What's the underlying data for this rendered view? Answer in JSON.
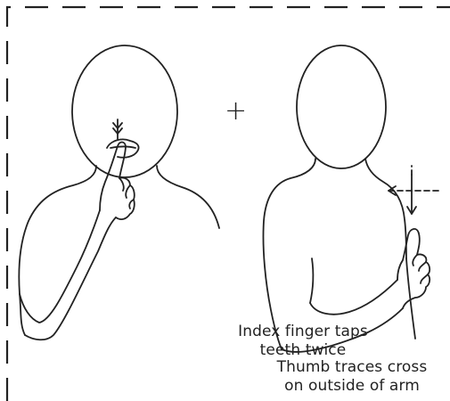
{
  "connector_symbol": "+",
  "left_sign": {
    "caption_line1": "Index finger taps",
    "caption_line2": "teeth twice",
    "movement_icon": "double-tap-arrow-icon"
  },
  "right_sign": {
    "caption_line1": "Thumb traces cross",
    "caption_line2": "on outside of arm",
    "movement_icon": "cross-trace-arrows-icon"
  },
  "colors": {
    "ink": "#222222",
    "background": "#ffffff"
  }
}
